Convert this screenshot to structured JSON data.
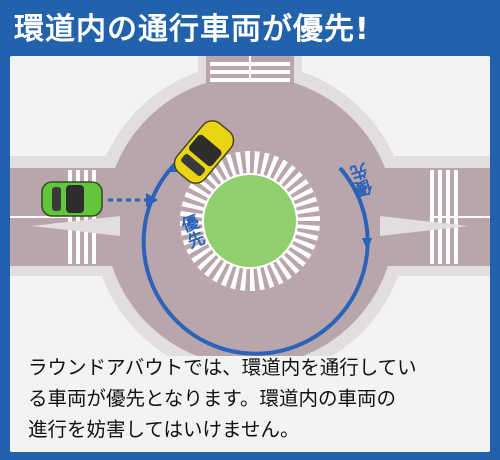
{
  "header": {
    "title": "環道内の通行車両が優先!"
  },
  "diagram": {
    "label_left": "優先",
    "label_right": "優先",
    "colors": {
      "road": "#b9a6ac",
      "sidewalk": "#e2dee0",
      "island": "#8fcf6e",
      "arrow": "#2a63b8",
      "car_yellow": "#e9d416",
      "car_green": "#62c63c"
    }
  },
  "caption": {
    "line1": "ラウンドアバウトでは、環道内を通行してい",
    "line2": "る車両が優先となります。環道内の車両の",
    "line3": "進行を妨害してはいけません。"
  }
}
